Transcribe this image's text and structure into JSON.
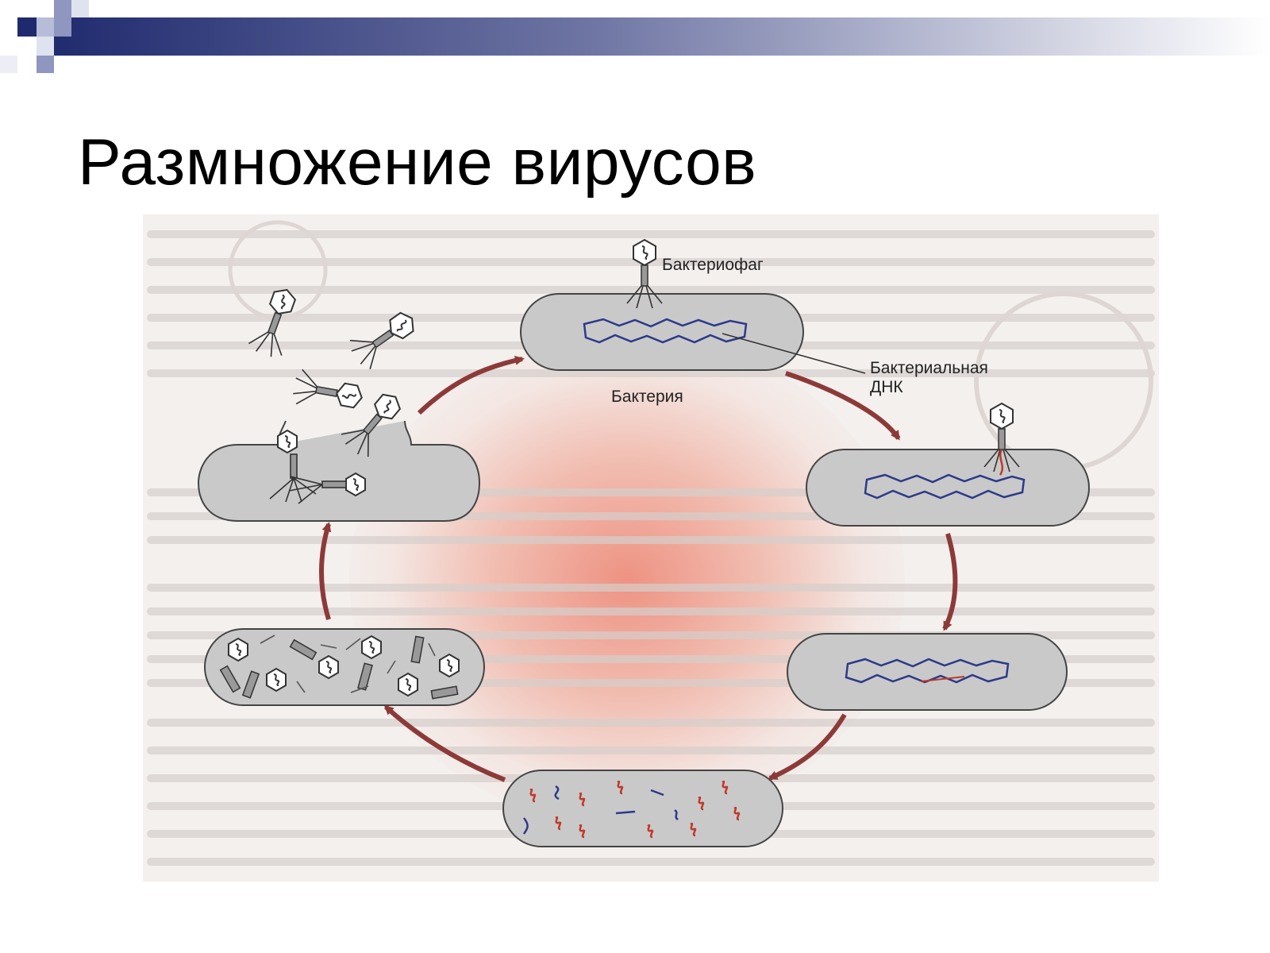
{
  "slide": {
    "title": "Размножение вирусов"
  },
  "diagram": {
    "labels": {
      "bacteriophage": "Бактериофаг",
      "bacterial_dna_line1": "Бактериальная",
      "bacterial_dna_line2": "ДНК",
      "bacterium": "Бактерия"
    }
  },
  "colors": {
    "accent_navy": "#1f2a6e",
    "arrow": "#8c3a38",
    "cell_fill": "#c9c9c9",
    "glow": "#ec7864"
  }
}
